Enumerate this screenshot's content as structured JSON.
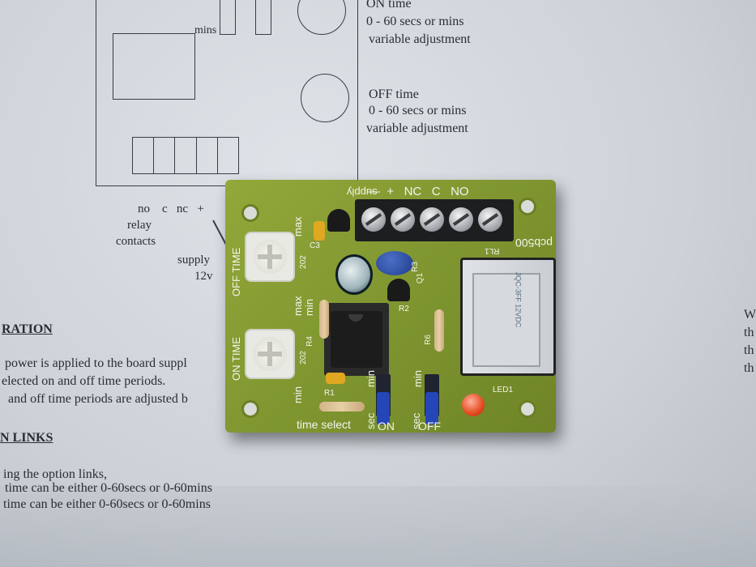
{
  "paper": {
    "on_time_title": "ON time",
    "on_time_range": "0 - 60 secs or mins",
    "on_time_adj": "variable adjustment",
    "off_time_title": "OFF time",
    "off_time_range": "0 - 60 secs or mins",
    "off_time_adj": "variable adjustment",
    "mins_label": "mins",
    "relay_terminals": "no    c   nc   +",
    "relay_label": "relay",
    "contacts_label": "contacts",
    "supply_label": "supply",
    "supply_voltage": "12v",
    "section_operation": "RATION",
    "line1": "power is applied to the board suppl",
    "line2": "elected on and off time periods.",
    "line3": "and off time periods are adjusted b",
    "section_links": "N LINKS",
    "line4": "ing the option links,",
    "line5": "time can be either 0-60secs or 0-60mins",
    "line6": "time can be either 0-60secs or 0-60mins",
    "right1": "W",
    "right2": "th",
    "right3": "th",
    "right4": "th"
  },
  "pcb": {
    "supply_label": "supply",
    "terminal_labels": "—  +   NC   C   NO",
    "pcb_id": "pcb500",
    "off_time": "OFF TIME",
    "on_time": "ON TIME",
    "max1": "max",
    "min1": "min",
    "max2": "max",
    "min2": "min",
    "time_select": "time select",
    "on_select": "ON",
    "off_select": "OFF",
    "sec1": "sec",
    "min_sel1": "min",
    "sec2": "sec",
    "min_sel2": "min",
    "led_label": "LED1",
    "rl_label": "RL1",
    "r1": "R1",
    "r2": "R2",
    "r3": "R3",
    "r4": "R4",
    "r6": "R6",
    "c3": "C3",
    "q1": "Q1",
    "pot_value": "202"
  },
  "colors": {
    "pcb_green": "#7f9630",
    "paper": "#d6dadf",
    "led": "#e44a22",
    "jumper": "#2546b8"
  }
}
